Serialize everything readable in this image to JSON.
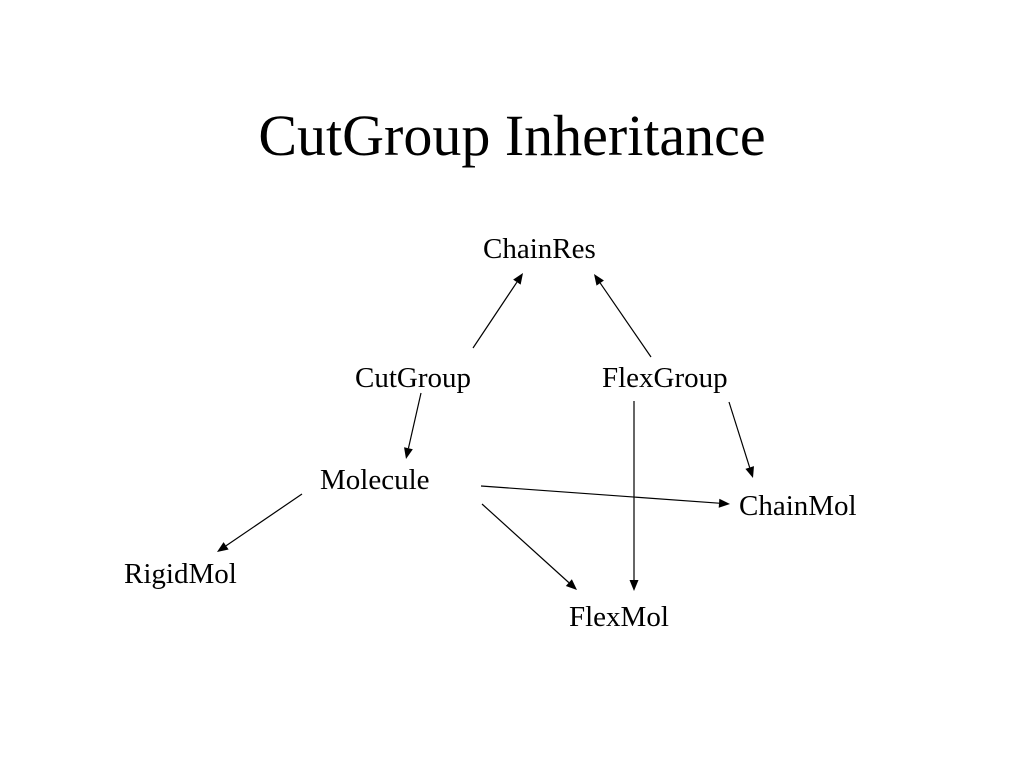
{
  "title": "CutGroup Inheritance",
  "nodes": {
    "chainres": "ChainRes",
    "cutgroup": "CutGroup",
    "flexgroup": "FlexGroup",
    "molecule": "Molecule",
    "chainmol": "ChainMol",
    "rigidmol": "RigidMol",
    "flexmol": "FlexMol"
  },
  "edges": [
    {
      "from": "cutgroup",
      "to": "chainres"
    },
    {
      "from": "flexgroup",
      "to": "chainres"
    },
    {
      "from": "cutgroup",
      "to": "molecule"
    },
    {
      "from": "flexgroup",
      "to": "chainmol"
    },
    {
      "from": "flexgroup",
      "to": "flexmol"
    },
    {
      "from": "molecule",
      "to": "chainmol"
    },
    {
      "from": "molecule",
      "to": "rigidmol"
    },
    {
      "from": "molecule",
      "to": "flexmol"
    }
  ],
  "colors": {
    "text": "#000000",
    "lines": "#000000",
    "background": "#ffffff"
  }
}
